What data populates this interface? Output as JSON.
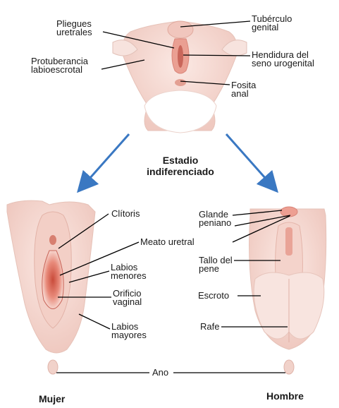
{
  "stages": {
    "indifferent": "Estadio\nindiferenciado",
    "female": "Mujer",
    "male": "Hombre"
  },
  "labels": {
    "pliegues_uretrales": "Pliegues\nuretrales",
    "tuberculo_genital": "Tubérculo\ngenital",
    "protuberancia_labioescrotal": "Protuberancia\nlabioescrotal",
    "hendidura_seno": "Hendidura del\nseno urogenital",
    "fosita_anal": "Fosita\nanal",
    "clitoris": "Clítoris",
    "meato_uretral": "Meato uretral",
    "labios_menores": "Labios\nmenores",
    "orificio_vaginal": "Orificio\nvaginal",
    "labios_mayores": "Labios\nmayores",
    "glande_peniano": "Glande\npeniano",
    "tallo_pene": "Tallo del\npene",
    "escroto": "Escroto",
    "rafe": "Rafe",
    "ano": "Ano"
  },
  "colors": {
    "arrow": "#3a78c2",
    "skin": "#f6dcd6",
    "skin_dark": "#e9b7ad",
    "line": "#000000"
  }
}
